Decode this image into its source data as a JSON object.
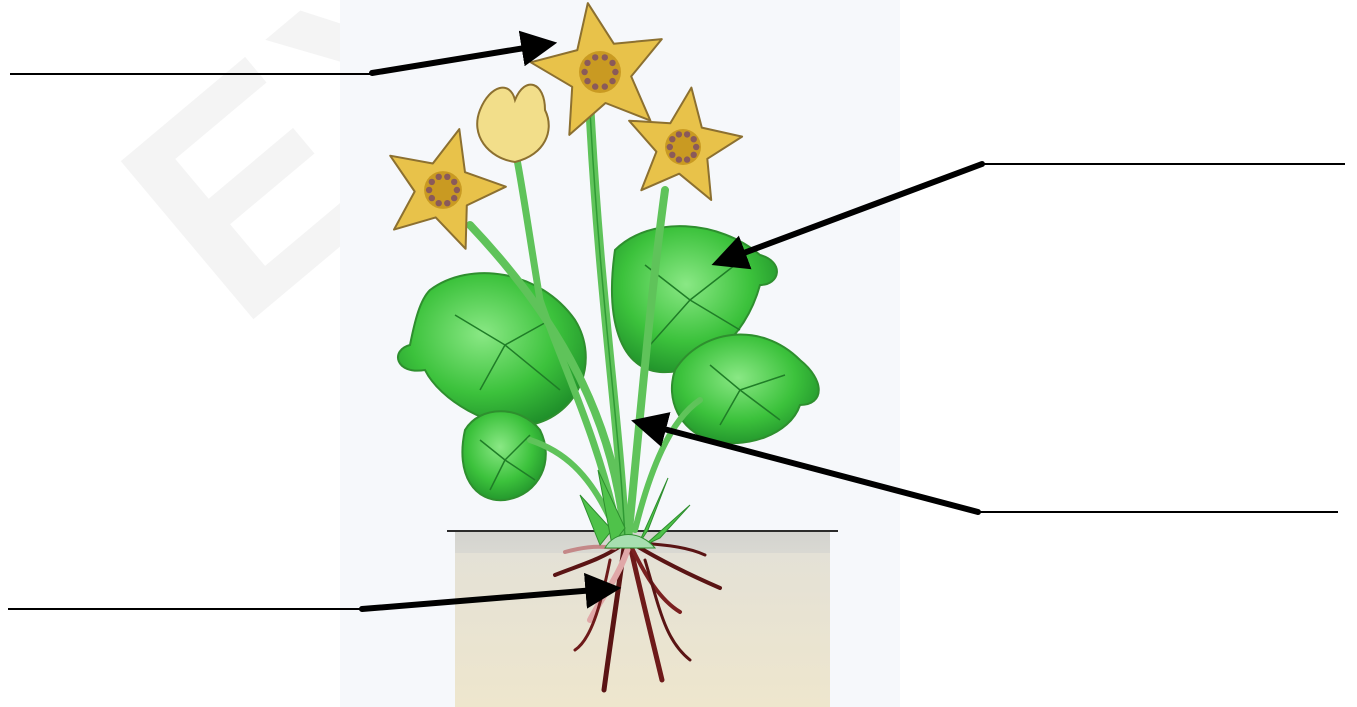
{
  "watermark": "EXE",
  "colors": {
    "background": "#ffffff",
    "plate_background": "#f6f8fb",
    "petal": "#e8c24a",
    "petal_edge": "#8c7030",
    "petal_center": "#c99a22",
    "stamen": "#8a5a5a",
    "bud": "#f2de8a",
    "leaf_light": "#7fe07a",
    "leaf": "#3cc23c",
    "leaf_dark": "#1f8f2a",
    "stem": "#5fc35a",
    "soil_top": "#d9d9d4",
    "soil": "#ede6cf",
    "root_dark": "#5a1414",
    "root_light": "#e0a8a8",
    "arrow": "#000000",
    "answer_line": "#000000"
  },
  "labels": [
    {
      "part": "",
      "pointer": "flower"
    },
    {
      "part": "",
      "pointer": "leaf"
    },
    {
      "part": "",
      "pointer": "stem"
    },
    {
      "part": "",
      "pointer": "root"
    }
  ]
}
